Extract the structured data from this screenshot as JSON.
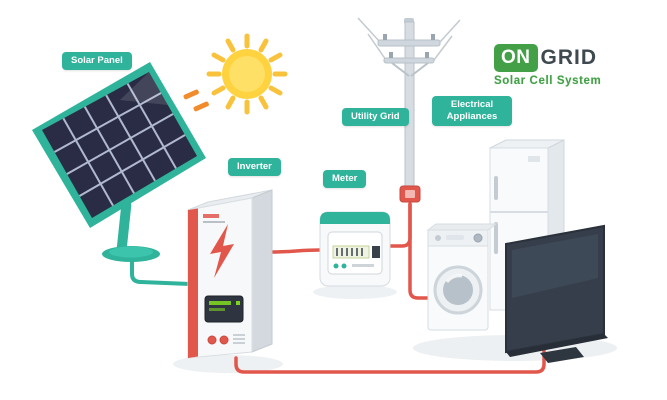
{
  "logo": {
    "on": "ON",
    "grid": "GRID",
    "subtitle": "Solar Cell System"
  },
  "labels": {
    "solar_panel": "Solar Panel",
    "inverter": "Inverter",
    "meter": "Meter",
    "utility_grid": "Utility Grid",
    "appliances_line1": "Electrical",
    "appliances_line2": "Appliances"
  },
  "colors": {
    "label_teal": "#2FB39B",
    "wire_red": "#E2574C",
    "logo_green": "#43A047",
    "logo_dark": "#3E4A4F",
    "sun_yellow": "#FFD240",
    "panel_dark": "#2A2C45"
  }
}
